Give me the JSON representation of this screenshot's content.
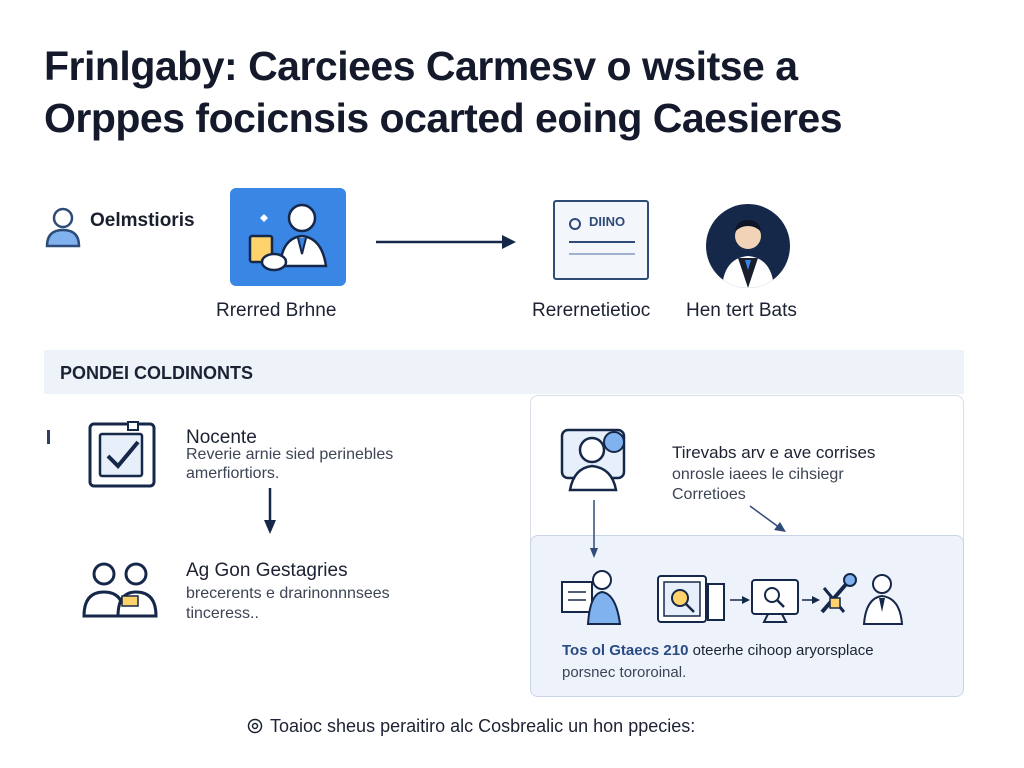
{
  "title": {
    "line1": "Frinlgaby: Carciees Carmesv o wsitse a",
    "line2": "Orppes focicnsis ocarted eoing Caesieres"
  },
  "top_flow": {
    "observer_label": "Oelmstioris",
    "card1_label": "Rrerred Brhne",
    "doc_header": "DIINO",
    "card2_label": "Rerernetietioc",
    "avatar_label": "Hen tert Bats"
  },
  "band": {
    "label": "PONDEI COLDINONTS"
  },
  "left_steps": [
    {
      "title": "Nocente",
      "desc_line1": "Reverie arnie sied perinebles",
      "desc_line2": "amerfiortiors."
    },
    {
      "title": "Ag Gon Gestagries",
      "desc_line1": "brecerents e drarinonnnsees",
      "desc_line2": "tinceress.."
    }
  ],
  "right_panel": {
    "title": "Tirevabs arv e ave corrises",
    "desc_line1": "onrosle iaees le cihsiegr",
    "desc_line2": "Corretioes",
    "flow_title_bold": "Tos ol Gtaecs 210",
    "flow_title_rest": " oteerhe cihoop aryorsplace",
    "flow_desc": "porsnec tororoinal."
  },
  "footer": {
    "label": "Toaioc sheus peraitiro alc Cosbrealic un hon ppecies:"
  },
  "colors": {
    "accent_blue": "#3a86e4",
    "navy": "#16284a",
    "band_bg": "#eef2f9",
    "panel_bg": "#eef3fb"
  }
}
